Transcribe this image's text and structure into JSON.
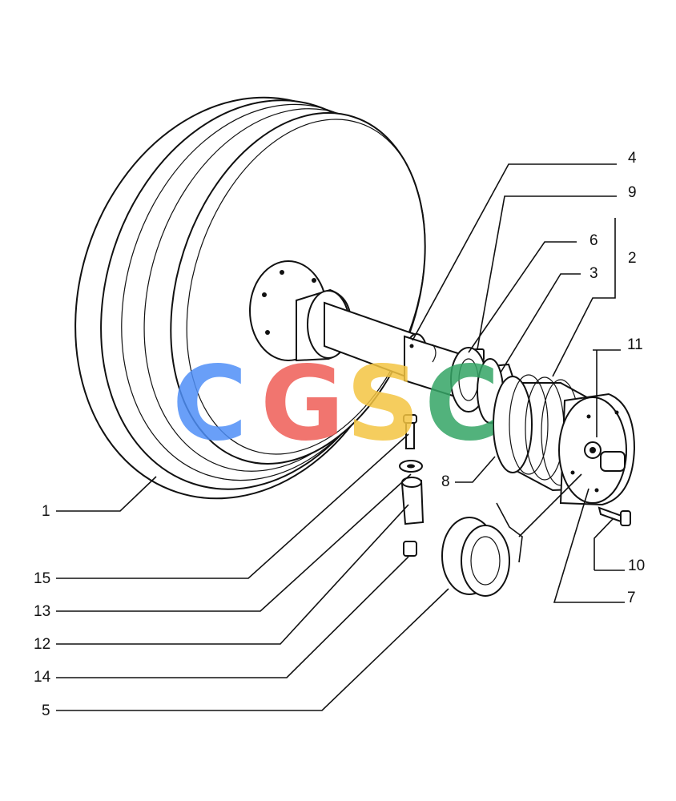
{
  "callouts": [
    {
      "id": "1",
      "label": "1"
    },
    {
      "id": "2",
      "label": "2"
    },
    {
      "id": "3",
      "label": "3"
    },
    {
      "id": "4",
      "label": "4"
    },
    {
      "id": "5",
      "label": "5"
    },
    {
      "id": "6",
      "label": "6"
    },
    {
      "id": "7",
      "label": "7"
    },
    {
      "id": "8",
      "label": "8"
    },
    {
      "id": "9",
      "label": "9"
    },
    {
      "id": "10",
      "label": "10"
    },
    {
      "id": "11",
      "label": "11"
    },
    {
      "id": "12",
      "label": "12"
    },
    {
      "id": "13",
      "label": "13"
    },
    {
      "id": "14",
      "label": "14"
    },
    {
      "id": "15",
      "label": "15"
    }
  ],
  "watermark": {
    "letters": [
      "C",
      "G",
      "S",
      "C"
    ],
    "colors": [
      "#4f8ff7",
      "#ef5e57",
      "#f4c542",
      "#35a566"
    ]
  }
}
